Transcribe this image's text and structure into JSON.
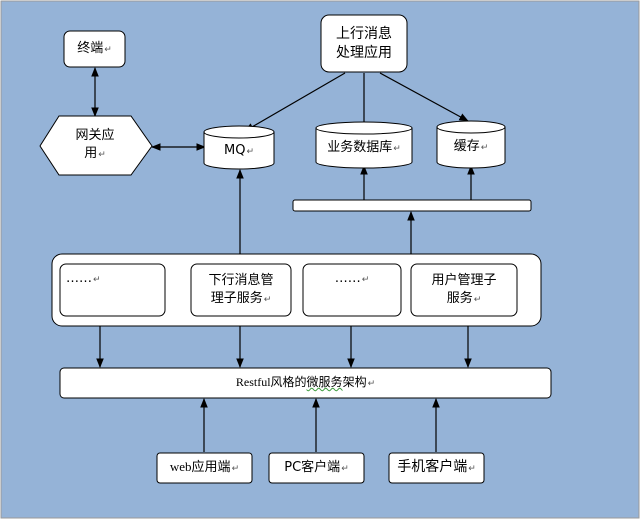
{
  "colors": {
    "background": "#95b3d7",
    "box_fill": "#ffffff",
    "stroke": "#000000"
  },
  "nodes": {
    "terminal": "终端",
    "gateway_line1": "网关应",
    "gateway_line2": "用",
    "mq": "MQ",
    "upstream_line1": "上行消息",
    "upstream_line2": "处理应用",
    "business_db": "业务数据库",
    "cache": "缓存",
    "service_placeholder_1": "……",
    "downstream_line1": "下行消息管",
    "downstream_line2": "理子服务",
    "service_placeholder_2": "……",
    "user_mgmt_line1": "用户管理子",
    "user_mgmt_line2": "服务",
    "restful_prefix": "Restful风格的",
    "restful_word": "微服务",
    "restful_suffix": "架构",
    "web_client": "web应用端",
    "pc_client": "PC客户端",
    "mobile_client": "手机客户端"
  },
  "paragraph_mark": "↵"
}
